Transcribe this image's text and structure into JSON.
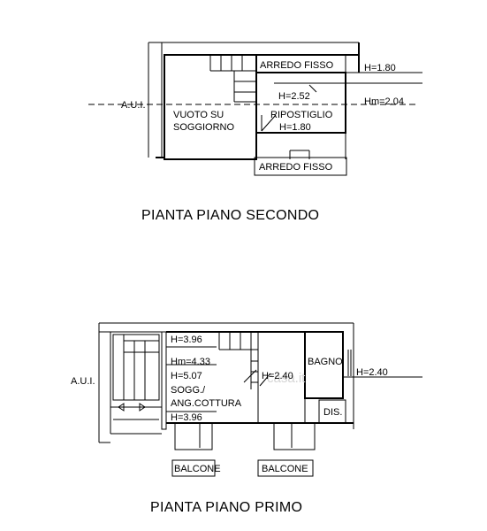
{
  "second_floor": {
    "title": "PIANTA PIANO SECONDO",
    "aui": "A.U.I.",
    "room_void_line1": "VUOTO SU",
    "room_void_line2": "SOGGIORNO",
    "arredo_fisso_top": "ARREDO FISSO",
    "arredo_fisso_bottom": "ARREDO FISSO",
    "h_ridge": "H=2.52",
    "storage_name": "RIPOSTIGLIO",
    "storage_height": "H=1.80",
    "h_right": "H=1.80",
    "hm_right": "Hm=2.04"
  },
  "first_floor": {
    "title": "PIANTA PIANO PRIMO",
    "aui": "A.U.I.",
    "h_top": "H=3.96",
    "hm": "Hm=4.33",
    "h_mid": "H=5.07",
    "room_line1": "SOGG./",
    "room_line2": "ANG.COTTURA",
    "h_bottom": "H=3.96",
    "h_center": "H=2.40",
    "bathroom": "BAGNO",
    "h_bath": "H=2.40",
    "closet": "DIS.",
    "balcony_left": "BALCONE",
    "balcony_right": "BALCONE",
    "watermark": "casa.it"
  }
}
